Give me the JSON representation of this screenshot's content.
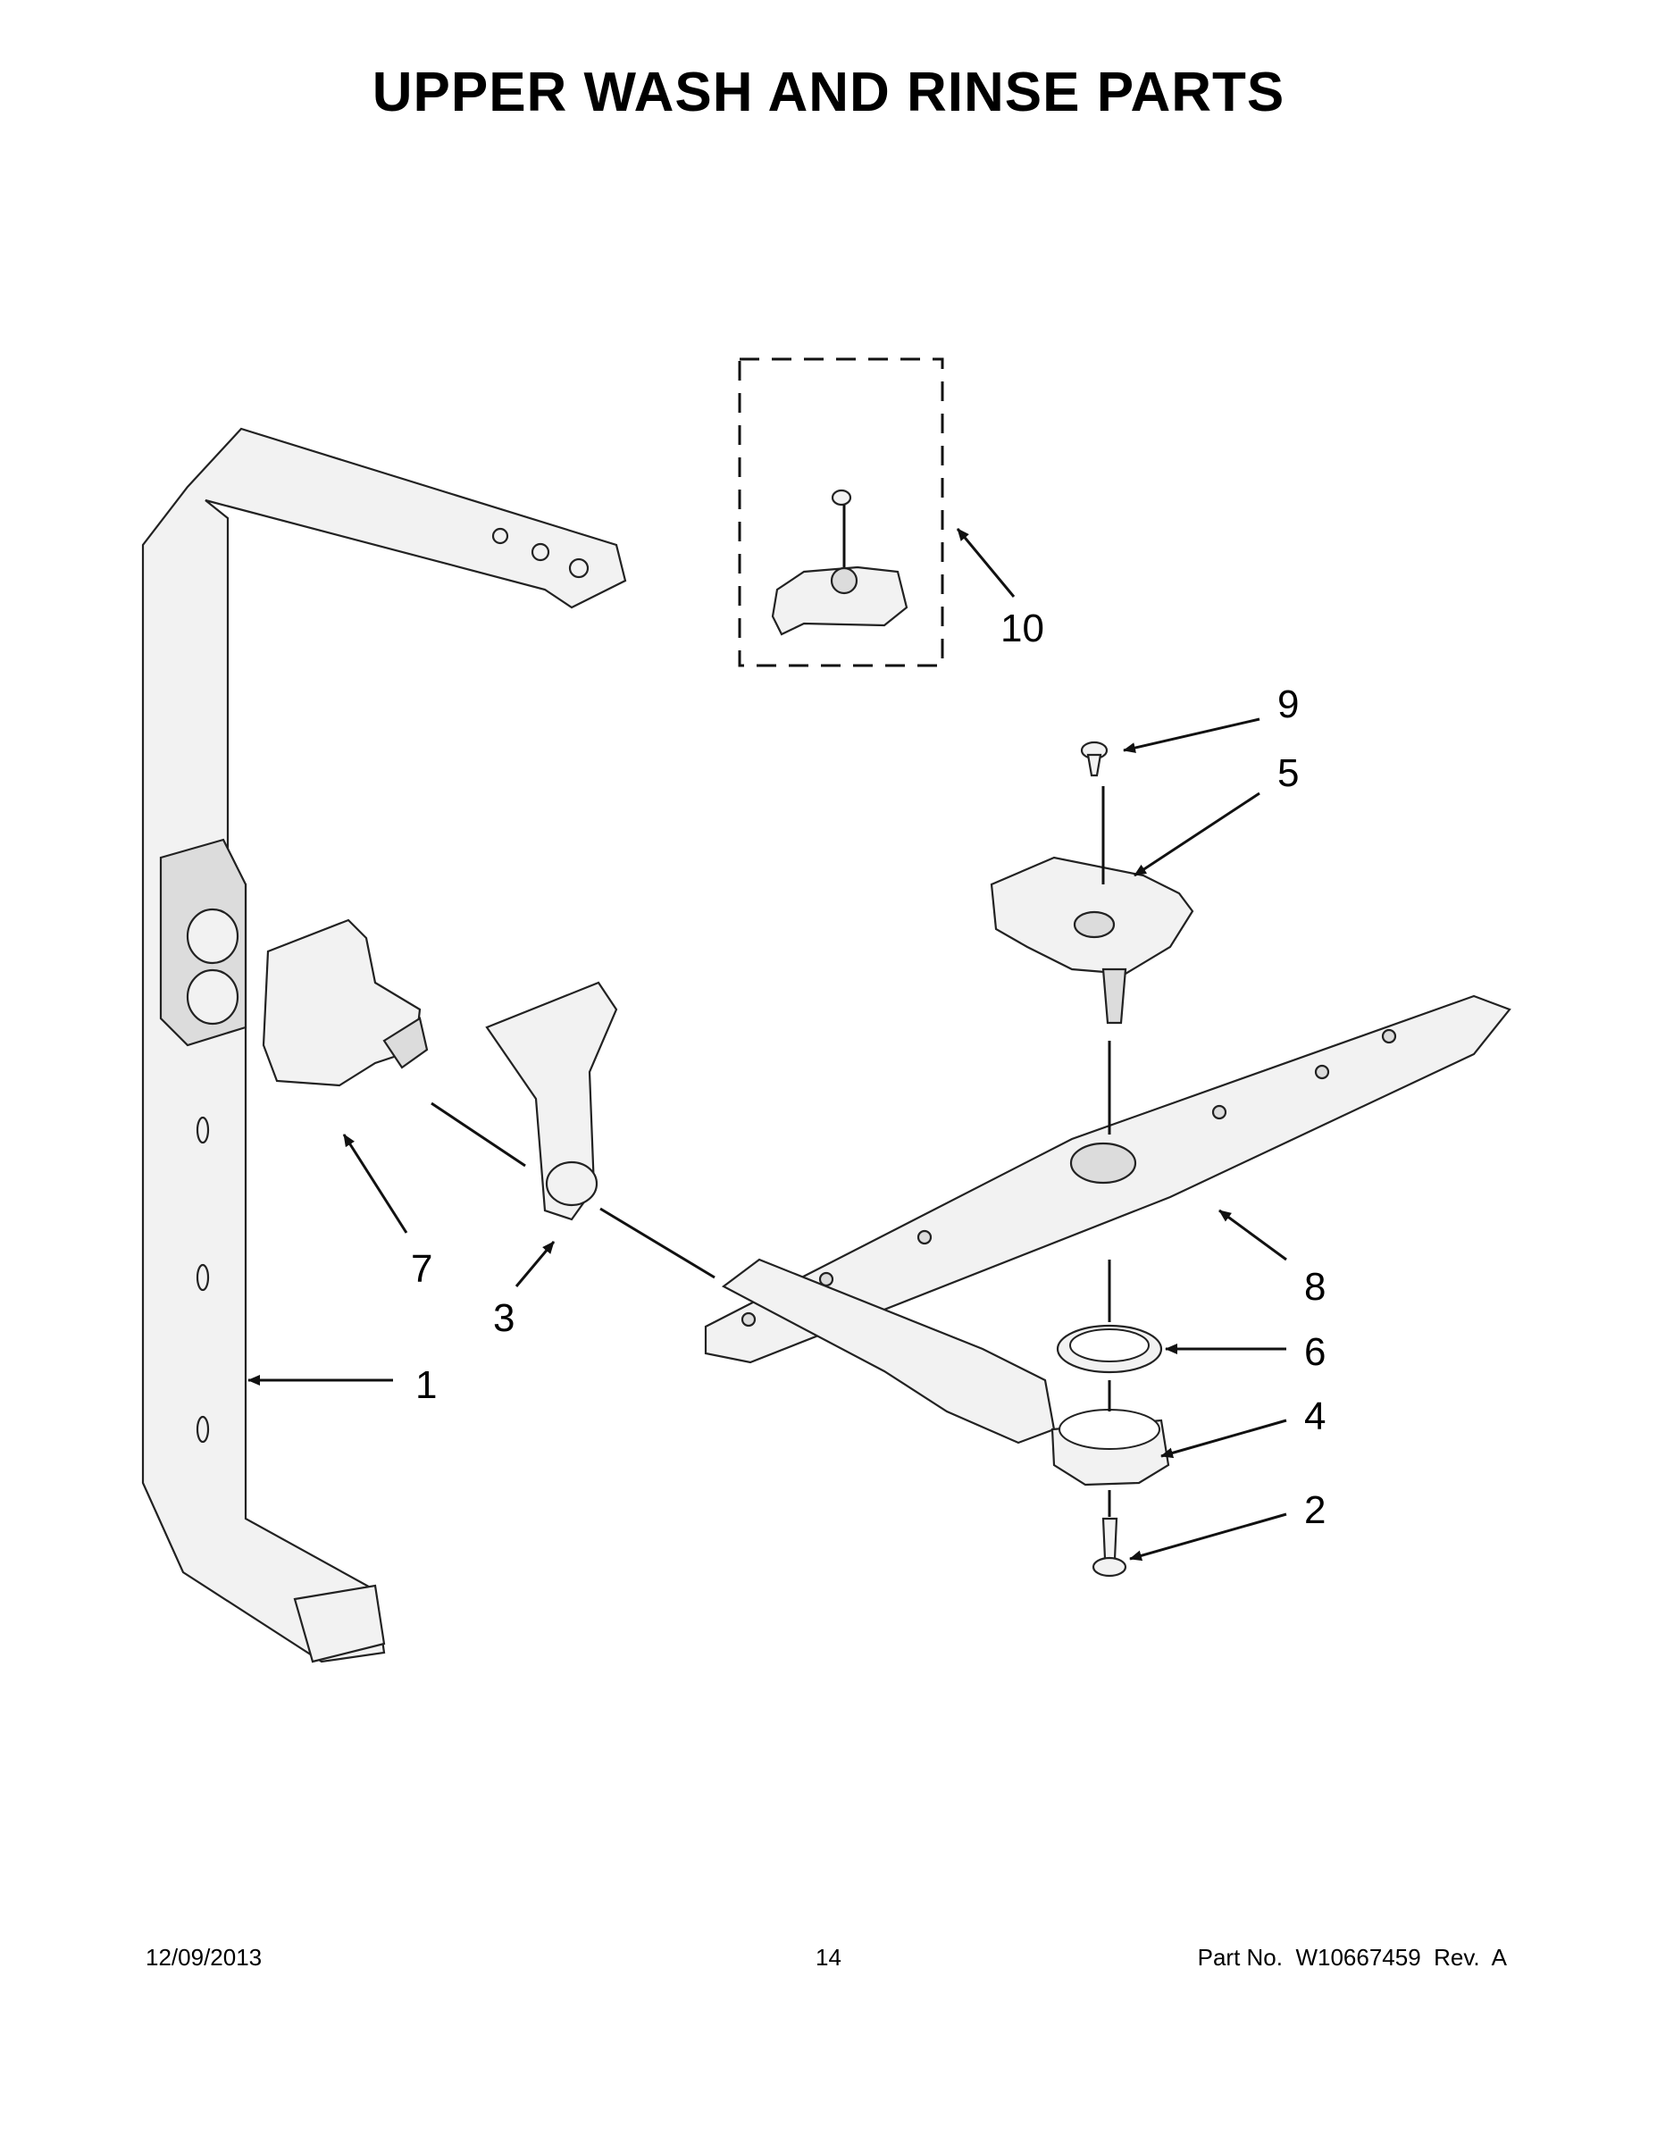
{
  "title": "UPPER WASH AND RINSE PARTS",
  "callouts": {
    "c1": "1",
    "c2": "2",
    "c3": "3",
    "c4": "4",
    "c5": "5",
    "c6": "6",
    "c7": "7",
    "c8": "8",
    "c9": "9",
    "c10": "10"
  },
  "footer": {
    "date": "12/09/2013",
    "page": "14",
    "part_no": "Part No.  W10667459  Rev.  A"
  }
}
